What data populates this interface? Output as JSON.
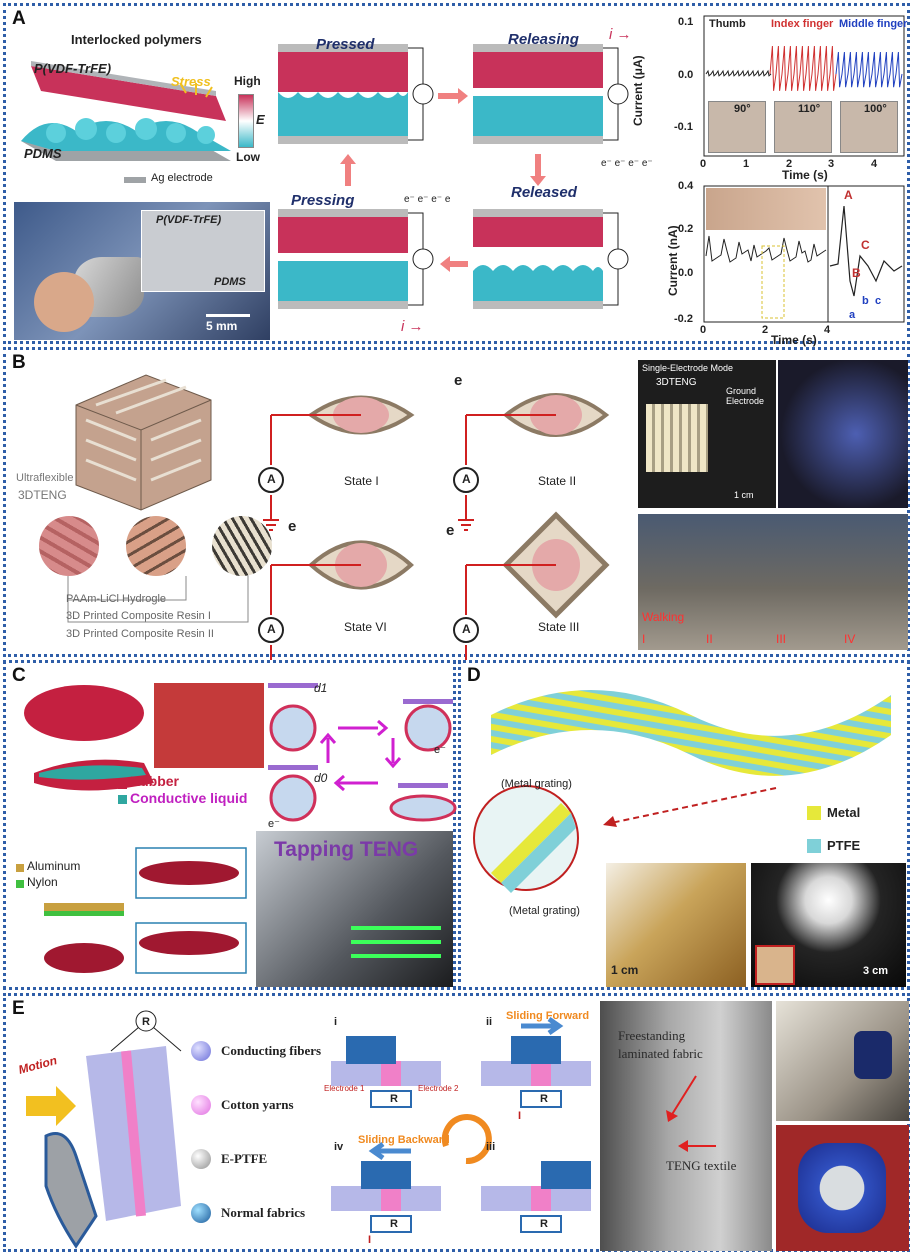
{
  "panels": {
    "a": "A",
    "b": "B",
    "c": "C",
    "d": "D",
    "e": "E"
  },
  "A": {
    "interlocked": "Interlocked polymers",
    "pvdf": "P(VDF-TrFE)",
    "stress": "Stress",
    "pdms": "PDMS",
    "high": "High",
    "low": "Low",
    "e": "E",
    "ag": "Ag electrode",
    "inset_pvdf": "P(VDF-TrFE)",
    "inset_pdms": "PDMS",
    "scale": "5 mm",
    "pressed": "Pressed",
    "releasing": "Releasing",
    "pressing": "Pressing",
    "released": "Released",
    "i_arrow": "i →",
    "electrons": "e⁻ e⁻ e⁻ e⁻",
    "electrons2": "e⁻ e⁻ e⁻ e",
    "plot1": {
      "ylabel": "Current (μA)",
      "xlabel": "Time (s)",
      "thumb": "Thumb",
      "index": "Index finger",
      "middle": "Middle finger",
      "a1": "90°",
      "a2": "110°",
      "a3": "100°",
      "yticks": [
        "0.1",
        "0.0",
        "-0.1"
      ],
      "xticks": [
        "0",
        "1",
        "2",
        "3",
        "4"
      ]
    },
    "plot2": {
      "ylabel": "Current (nA)",
      "xlabel": "Time (s)",
      "yticks": [
        "0.4",
        "0.2",
        "0.0",
        "-0.2"
      ],
      "xticks": [
        "0",
        "2",
        "4"
      ],
      "peaks": [
        "A",
        "B",
        "C",
        "a",
        "b",
        "c"
      ]
    }
  },
  "B": {
    "ultra": "Ultraflexible",
    "teng": "3DTENG",
    "leg1": "PAAm-LiCl Hydrogle",
    "leg2": "3D Printed Composite Resin I",
    "leg3": "3D Printed Composite Resin II",
    "states": [
      "State I",
      "State II",
      "State VI",
      "State III"
    ],
    "meter": "A",
    "e": "e",
    "single": "Single-Electrode Mode",
    "teng2": "3DTENG",
    "ground": "Ground Electrode",
    "scale": "1 cm",
    "walking": "Walking",
    "roman": [
      "I",
      "II",
      "III",
      "IV"
    ]
  },
  "C": {
    "rubber": "Rubber",
    "liquid": "Conductive liquid",
    "aluminum": "Aluminum",
    "nylon": "Nylon",
    "d1": "d1",
    "d0": "d0",
    "tapping": "Tapping TENG",
    "eminus": "e⁻"
  },
  "D": {
    "grating1": "(Metal grating)",
    "grating2": "(Metal grating)",
    "metal": "Metal",
    "ptfe": "PTFE",
    "scale1": "1 cm",
    "scale2": "3 cm"
  },
  "E": {
    "motion": "Motion",
    "r": "R",
    "leg": [
      "Conducting fibers",
      "Cotton yarns",
      "E-PTFE",
      "Normal fabrics"
    ],
    "roman": [
      "i",
      "ii",
      "iii",
      "iv"
    ],
    "electrode1": "Electrode 1",
    "electrode2": "Electrode 2",
    "forward": "Sliding Forward",
    "backward": "Sliding Backward",
    "current": "I",
    "free1": "Freestanding",
    "free2": "laminated fabric",
    "textile": "TENG textile"
  },
  "colors": {
    "pink": "#c8325a",
    "cyan": "#3bb8c8",
    "border": "#2f5ea8",
    "red": "#e02020",
    "blue": "#2b4fb5",
    "magenta": "#c020c0"
  }
}
